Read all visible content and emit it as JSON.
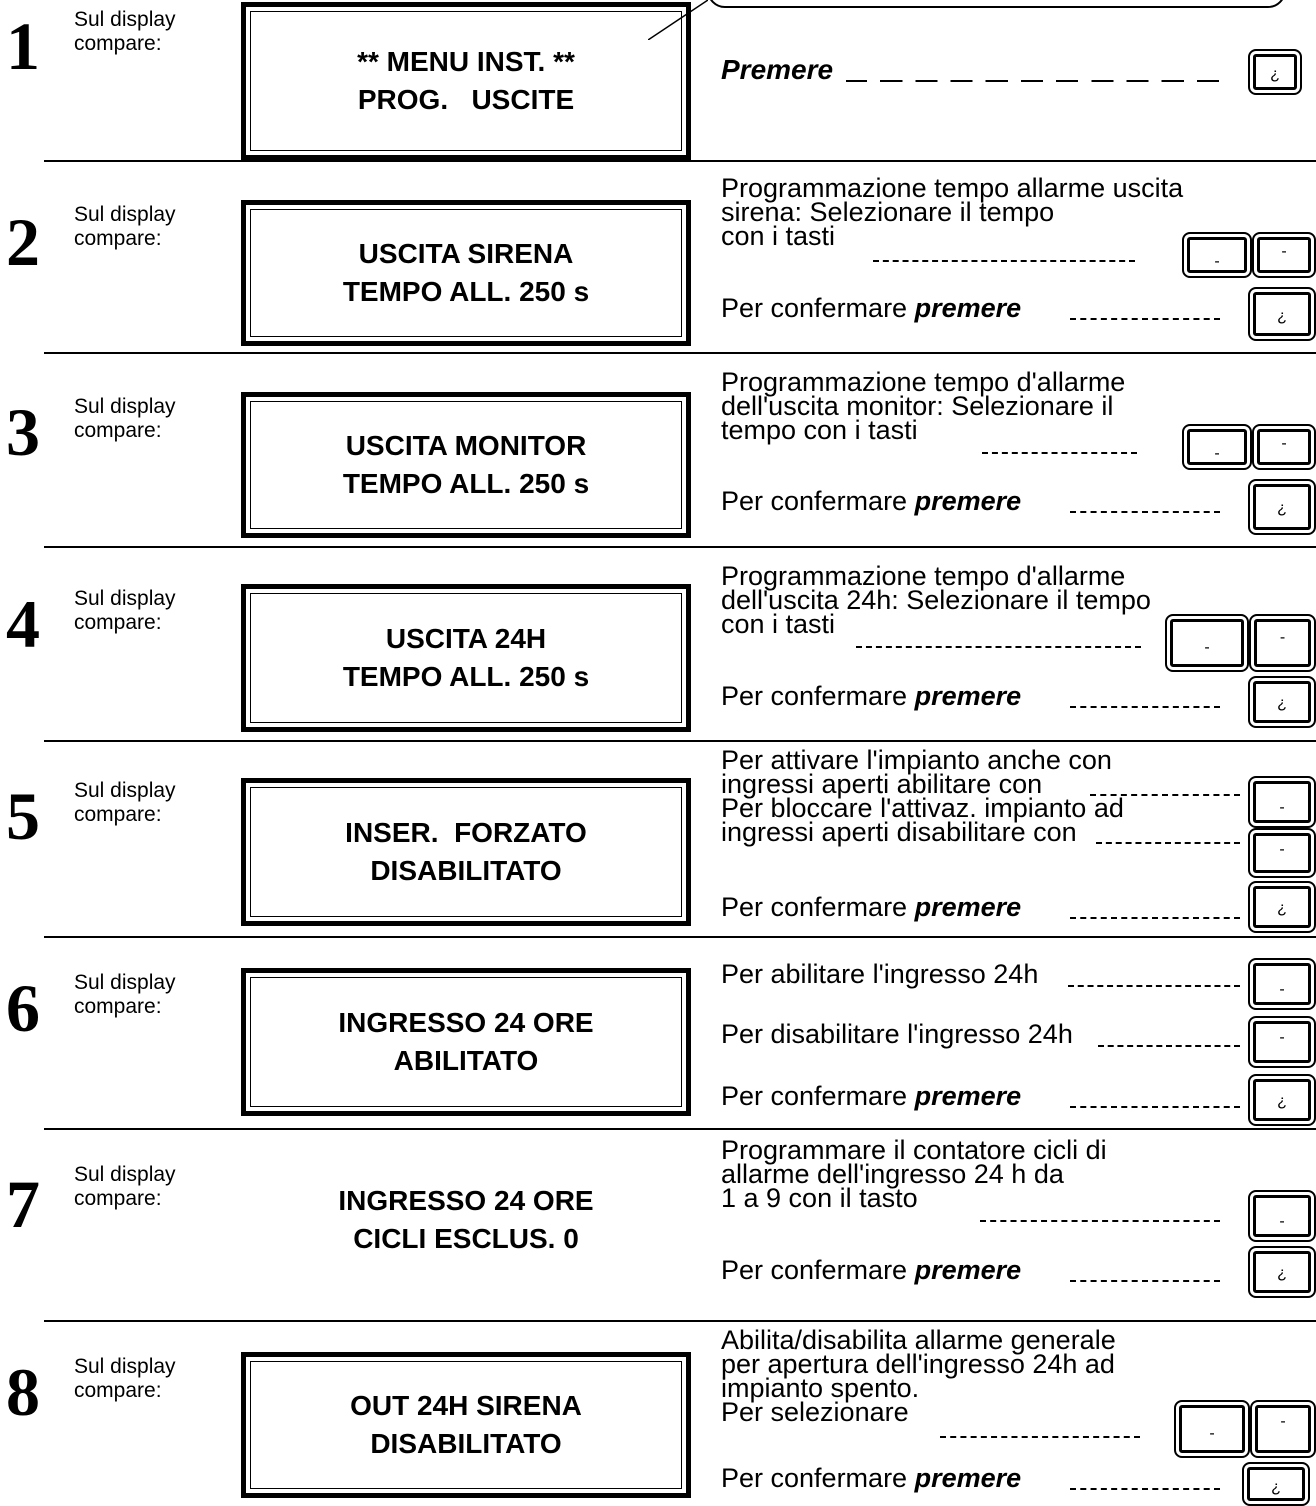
{
  "steps": [
    {
      "num": "1",
      "label": [
        "Sul display",
        "compare:"
      ],
      "display": [
        "** MENU INST. **",
        "PROG.   USCITE"
      ],
      "instructions": [
        {
          "parts": [
            {
              "t": "Premere",
              "bi": true
            }
          ],
          "key": "enter"
        }
      ]
    },
    {
      "num": "2",
      "label": [
        "Sul display",
        "compare:"
      ],
      "display": [
        "USCITA SIRENA",
        "TEMPO ALL. 250 s"
      ],
      "text_lines": [
        "Programmazione tempo allarme uscita",
        "sirena: Selezionare il tempo",
        "con i tasti"
      ],
      "confirm": "Per confermare ",
      "confirm_bold": "premere"
    },
    {
      "num": "3",
      "label": [
        "Sul display",
        "compare:"
      ],
      "display": [
        "USCITA MONITOR",
        "TEMPO ALL. 250 s"
      ],
      "text_lines": [
        "Programmazione tempo d'allarme",
        "dell'uscita monitor: Selezionare il",
        "tempo con i tasti"
      ],
      "confirm": "Per confermare ",
      "confirm_bold": "premere"
    },
    {
      "num": "4",
      "label": [
        "Sul display",
        "compare:"
      ],
      "display": [
        "USCITA 24H",
        "TEMPO ALL. 250 s"
      ],
      "text_lines": [
        "Programmazione tempo d'allarme",
        "dell'uscita 24h: Selezionare il tempo",
        "con i tasti"
      ],
      "confirm": "Per confermare ",
      "confirm_bold": "premere"
    },
    {
      "num": "5",
      "label": [
        "Sul display",
        "compare:"
      ],
      "display": [
        "INSER.  FORZATO",
        "DISABILITATO"
      ],
      "text_lines": [
        "Per attivare l'impianto anche con",
        "ingressi aperti abilitare con",
        "Per bloccare l'attivaz. impianto ad",
        "ingressi aperti disabilitare con"
      ],
      "confirm": "Per confermare ",
      "confirm_bold": "premere"
    },
    {
      "num": "6",
      "label": [
        "Sul display",
        "compare:"
      ],
      "display": [
        "INGRESSO 24 ORE",
        "ABILITATO"
      ],
      "text_lines": [
        "Per abilitare l'ingresso 24h",
        "Per disabilitare l'ingresso 24h"
      ],
      "confirm": "Per confermare ",
      "confirm_bold": "premere"
    },
    {
      "num": "7",
      "label": [
        "Sul display",
        "compare:"
      ],
      "display": [
        "INGRESSO 24 ORE",
        "CICLI ESCLUS. 0"
      ],
      "text_lines": [
        "Programmare il contatore cicli di",
        "allarme dell'ingresso 24 h da",
        "1 a 9 con il tasto"
      ],
      "confirm": "Per confermare ",
      "confirm_bold": "premere"
    },
    {
      "num": "8",
      "label": [
        "Sul display",
        "compare:"
      ],
      "display": [
        "OUT 24H SIRENA",
        "DISABILITATO"
      ],
      "text_lines": [
        "Abilita/disabilita allarme generale",
        "per apertura dell'ingresso 24h ad",
        "impianto spento.",
        "Per selezionare"
      ],
      "confirm": "Per confermare ",
      "confirm_bold": "premere"
    }
  ],
  "keys": {
    "enter_icon": "enter-key-icon",
    "down_icon": "down-key-icon",
    "up_icon": "up-key-icon"
  }
}
